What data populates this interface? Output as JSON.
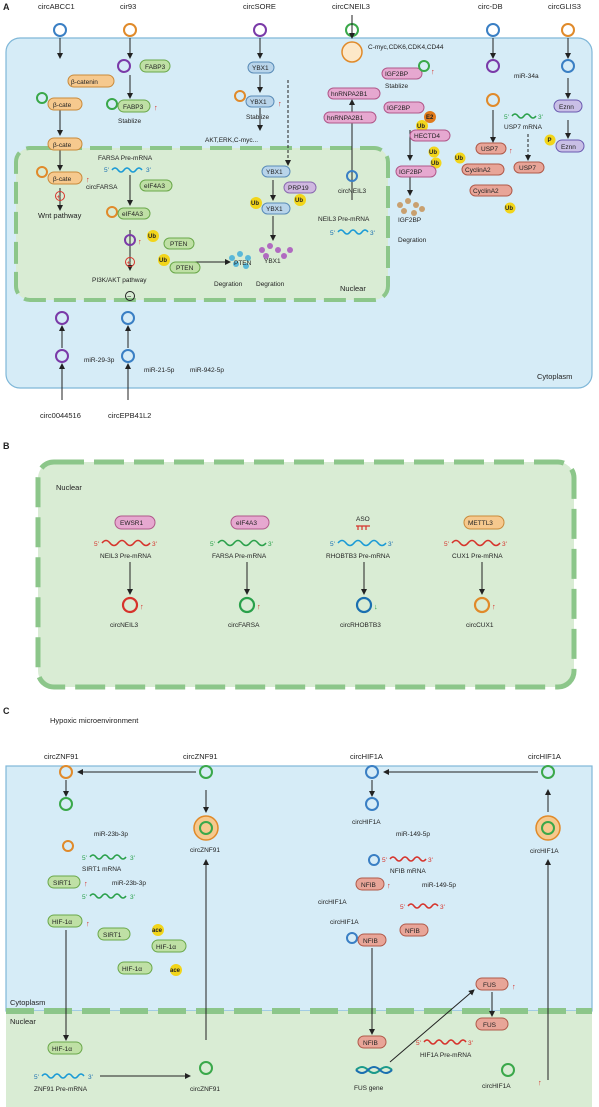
{
  "panels": {
    "a": "A",
    "b": "B",
    "c": "C"
  },
  "a": {
    "circABCC1": "circABCC1",
    "cir93": "cir93",
    "circSORE": "circSORE",
    "circCNEIL3": "circCNEIL3",
    "circDB": "circ-DB",
    "circGLIS3": "circGLIS3",
    "beta_catenin": "β-catenin",
    "beta_cate": "β-cate",
    "FABP3": "FABP3",
    "stablize": "Stablize",
    "YBX1": "YBX1",
    "akt_line": "AKT,ERK,C-myc...",
    "FARSA_pre": "FARSA Pre-mRNA",
    "circFARSA": "circFARSA",
    "eIF4A3": "eIF4A3",
    "wnt": "Wnt pathway",
    "PTEN": "PTEN",
    "pi3k": "PI3K/AKT pathway",
    "degration": "Degration",
    "PRP19": "PRP19",
    "nuclear": "Nuclear",
    "cytoplasm": "Cytoplasm",
    "hnRNPA2B1": "hnRNPA2B1",
    "IGF2BP": "IGF2BP",
    "cmyc_line": "C-myc,CDK6,CDK4,CD44",
    "HECTD4": "HECTD4",
    "E2": "E2",
    "Ub": "Ub",
    "circNEIL3": "circNEIL3",
    "NEIL3_pre": "NEIL3 Pre-mRNA",
    "miR34a": "miR-34a",
    "USP7": "USP7",
    "USP7_mrna": "USP7 mRNA",
    "CyclinA2": "CyclinA2",
    "Eznn": "Eznn",
    "P": "P",
    "circ0044516": "circ0044516",
    "circEPB41L2": "circEPB41L2",
    "miR29": "miR-29-3p",
    "miR21": "miR-21-5p",
    "miR942": "miR-942-5p",
    "five": "5'",
    "three": "3'"
  },
  "b": {
    "nuclear": "Nuclear",
    "EWSR1": "EWSR1",
    "eIF4A3": "eIF4A3",
    "ASO": "ASO",
    "METTL3": "METTL3",
    "NEIL3_pre": "NEIL3 Pre-mRNA",
    "FARSA_pre": "FARSA Pre-mRNA",
    "RHOBTB3_pre": "RHOBTB3 Pre-mRNA",
    "CUX1_pre": "CUX1 Pre-mRNA",
    "circNEIL3": "circNEIL3",
    "circFARSA": "circFARSA",
    "circRHOBTB3": "circRHOBTB3",
    "circCUX1": "circCUX1"
  },
  "c": {
    "hypoxic": "Hypoxic microenvironment",
    "circZNF91": "circZNF91",
    "circHIF1A": "circHIF1A",
    "miR23b": "miR-23b-3p",
    "SIRT1_mrna": "SIRT1 mRNA",
    "SIRT1": "SIRT1",
    "HIF1a": "HIF-1α",
    "ace": "ace",
    "ZNF91_pre": "ZNF91 Pre-mRNA",
    "miR149": "miR-149-5p",
    "NFIB_mrna": "NFIB mRNA",
    "NFIB": "NFIB",
    "FUS": "FUS",
    "FUS_gene": "FUS gene",
    "HIF1A_pre": "HIF1A Pre-mRNA",
    "cytoplasm": "Cytoplasm",
    "nuclear": "Nuclear"
  },
  "colors": {
    "cyto": "#d6ecf7",
    "nuc": "#d9ecd4",
    "orange": "#f6c98e",
    "green": "#bfe0a5",
    "purple": "#cfb8e0",
    "pink": "#e6a8d0",
    "salmon": "#e8a598",
    "ub": "#f2d51a",
    "up": "#d6332b",
    "down": "#2aa04a"
  }
}
